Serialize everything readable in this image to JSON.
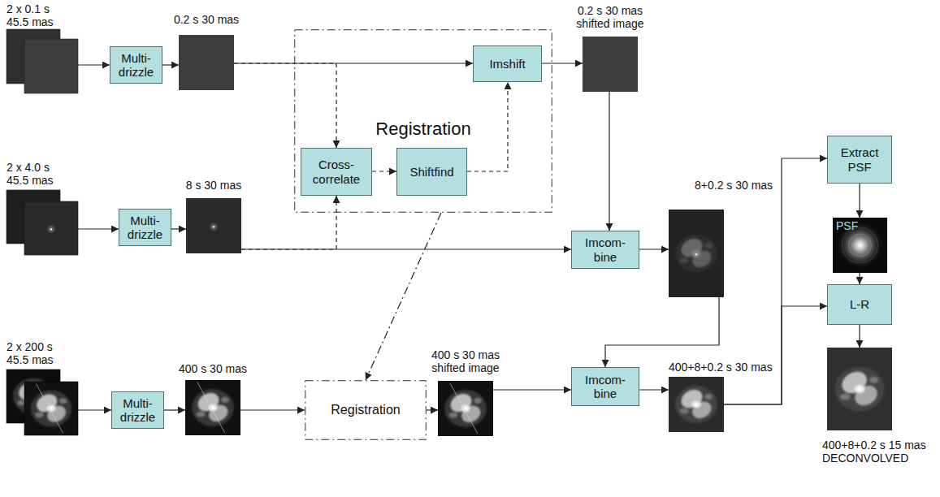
{
  "diagram": {
    "nodes": [
      {
        "text": [
          "2 x 0.1 s 45.5 mas"
        ]
      },
      {
        "text": [
          "Multi- drizzle"
        ]
      },
      {
        "text": [
          "0.2 s 30 mas"
        ]
      },
      {
        "text": [
          "Registration"
        ]
      },
      {
        "text": [
          "Cross- correlate"
        ],
        "in": 3
      },
      {
        "text": [
          "Shiftfind"
        ],
        "in": 3
      },
      {
        "text": [
          "Imshift"
        ],
        "in": 3
      },
      {
        "text": [
          "0.2 s 30 mas shifted image"
        ]
      },
      {
        "text": [
          "2 x 4.0 s 45.5 mas"
        ]
      },
      {
        "text": [
          "Multi- drizzle"
        ]
      },
      {
        "text": [
          "8 s 30 mas"
        ]
      },
      {
        "text": [
          "Imcom- bine"
        ]
      },
      {
        "text": [
          "8+0.2 s 30 mas"
        ]
      },
      {
        "text": [
          "Extract PSF"
        ]
      },
      {
        "text": [
          "PSF"
        ]
      },
      {
        "text": [
          "L-R"
        ]
      },
      {
        "text": [
          "2 x 200 s 45.5 mas"
        ]
      },
      {
        "text": [
          "Multi- drizzle"
        ]
      },
      {
        "text": [
          "400 s 30 mas"
        ]
      },
      {
        "text": [
          "Registration"
        ]
      },
      {
        "text": [
          "400 s 30 mas shifted image"
        ]
      },
      {
        "text": [
          "Imcom- bine"
        ]
      },
      {
        "text": [
          "400+8+0.2 s 30 mas"
        ]
      },
      {
        "text": [
          "400+8+0.2 s 15 mas DECONVOLVED"
        ]
      }
    ],
    "edges": [
      {
        "from": 0,
        "to": 1,
        "arrow": "to"
      },
      {
        "from": 1,
        "to": 2,
        "arrow": "to"
      },
      {
        "from": 2,
        "to": 6,
        "arrow": "to"
      },
      {
        "from": 2,
        "to": 4,
        "arrow": "to"
      },
      {
        "from": 8,
        "to": 9,
        "arrow": "to"
      },
      {
        "from": 9,
        "to": 10,
        "arrow": "to"
      },
      {
        "from": 10,
        "to": 4,
        "arrow": "to"
      },
      {
        "from": 10,
        "to": 11,
        "arrow": "to"
      },
      {
        "from": 4,
        "to": 5,
        "arrow": "to"
      },
      {
        "from": 5,
        "to": 6,
        "arrow": "to"
      },
      {
        "from": 6,
        "to": 7,
        "arrow": "to"
      },
      {
        "from": 7,
        "to": 11,
        "arrow": "to"
      },
      {
        "from": 11,
        "to": 12,
        "arrow": "to"
      },
      {
        "from": 12,
        "to": 21,
        "arrow": "to"
      },
      {
        "from": 3,
        "to": 19,
        "arrow": "to"
      },
      {
        "from": 16,
        "to": 17,
        "arrow": "to"
      },
      {
        "from": 17,
        "to": 18,
        "arrow": "to"
      },
      {
        "from": 18,
        "to": 19,
        "arrow": "to"
      },
      {
        "from": 19,
        "to": 20,
        "arrow": "to"
      },
      {
        "from": 20,
        "to": 21,
        "arrow": "to"
      },
      {
        "from": 21,
        "to": 22,
        "arrow": "to"
      },
      {
        "from": 22,
        "to": 13,
        "arrow": "to"
      },
      {
        "from": 22,
        "to": 15,
        "arrow": "to"
      },
      {
        "from": 13,
        "to": 14,
        "arrow": "to"
      },
      {
        "from": 14,
        "to": 15,
        "arrow": "to"
      },
      {
        "from": 15,
        "to": 23,
        "arrow": "to"
      }
    ]
  }
}
